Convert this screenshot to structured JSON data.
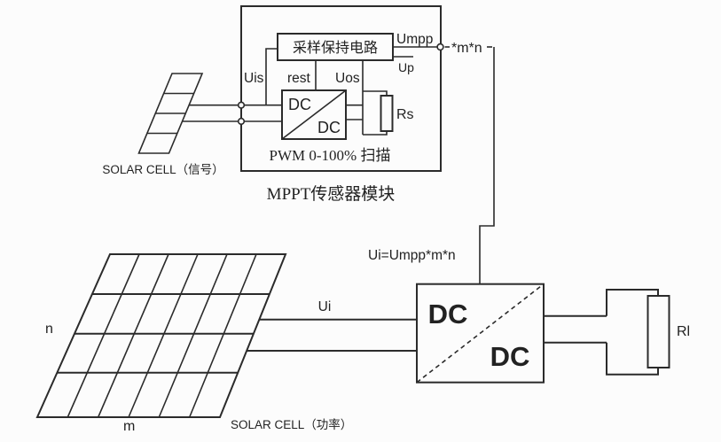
{
  "colors": {
    "line": "#2b2b2b",
    "text": "#222222",
    "background": "#fcfcfc"
  },
  "mppt_module": {
    "title": "MPPT传感器模块",
    "sample_hold_label": "采样保持电路",
    "pwm_caption": "PWM 0-100% 扫描",
    "converter": {
      "input_label": "DC",
      "output_label": "DC"
    },
    "signals": {
      "uis": "Uis",
      "rest": "rest",
      "uos": "Uos",
      "umpp": "Umpp",
      "up": "Up",
      "multiplier": "*m*n",
      "sense_resistor": "Rs"
    }
  },
  "signal_panel": {
    "caption": "SOLAR CELL（信号）"
  },
  "power_panel": {
    "caption": "SOLAR CELL（功率）",
    "row_label": "n",
    "column_label": "m"
  },
  "power_stage": {
    "input_voltage": "Ui",
    "equation": "Ui=Umpp*m*n",
    "converter": {
      "input_label": "DC",
      "output_label": "DC"
    },
    "load_resistor": "Rl"
  }
}
